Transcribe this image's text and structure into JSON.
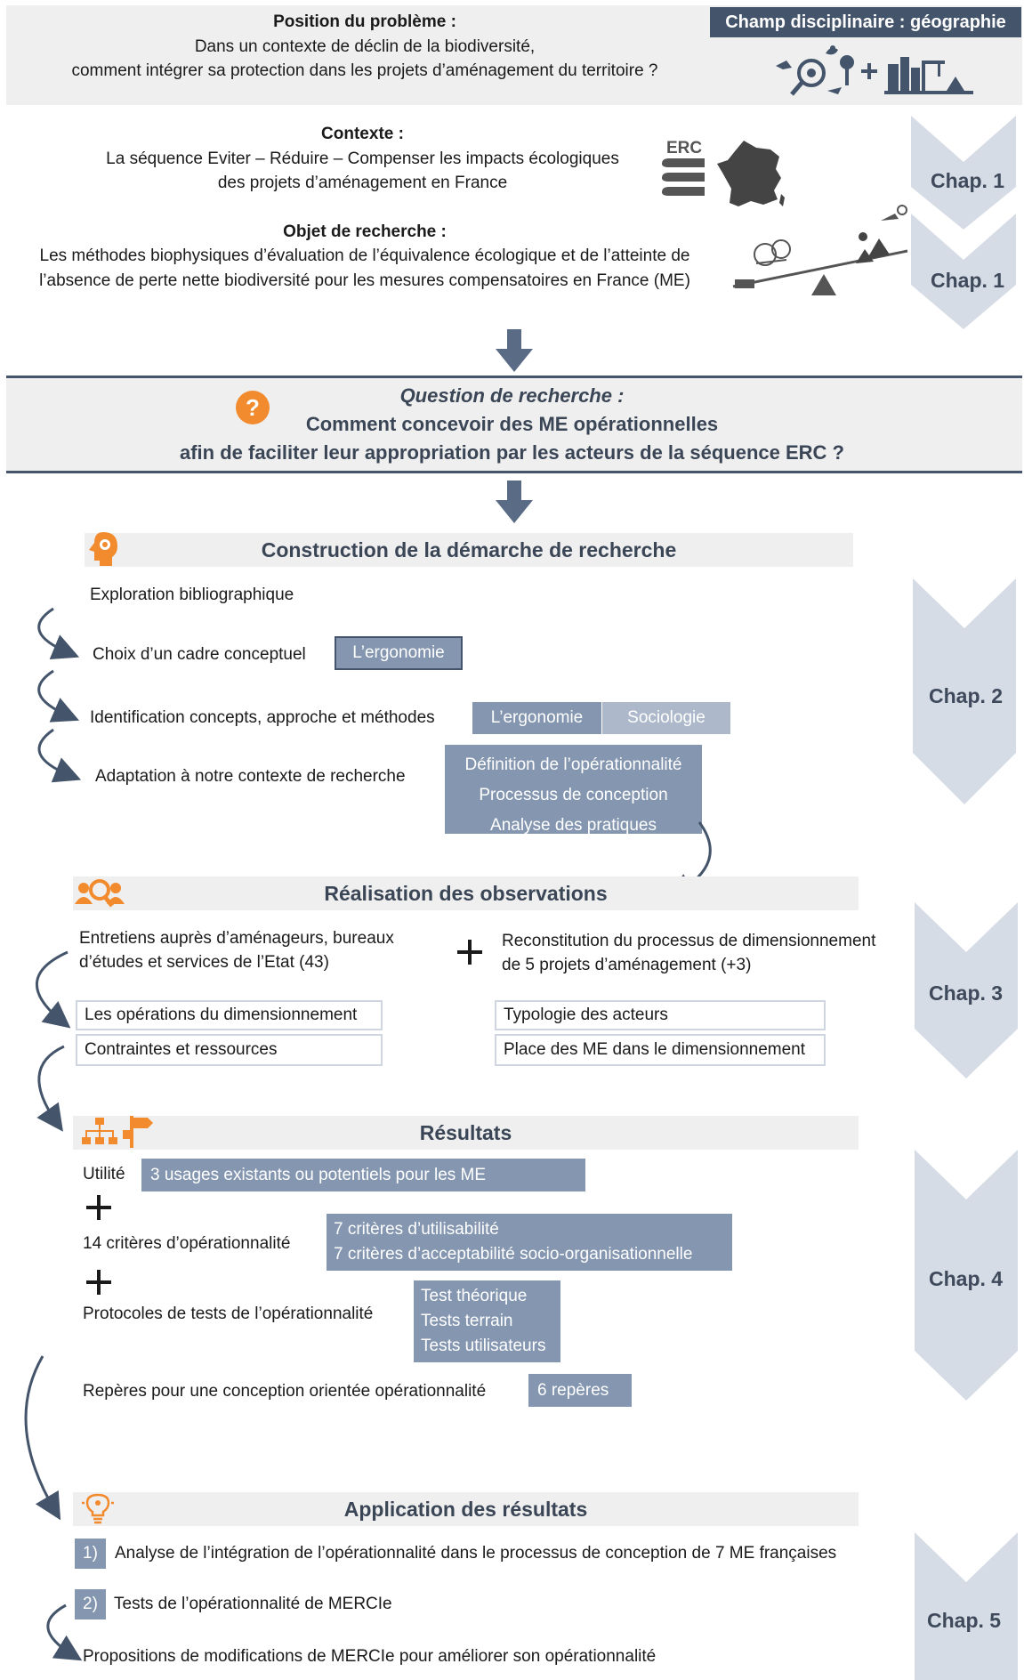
{
  "header": {
    "problem_title": "Position du problème :",
    "problem_line1": "Dans un contexte de déclin de la biodiversité,",
    "problem_line2": "comment intégrer sa protection dans les projets d’aménagement du territoire ?",
    "discipline": "Champ disciplinaire : géographie"
  },
  "context": {
    "title": "Contexte :",
    "line1": "La séquence Eviter – Réduire – Compenser les impacts écologiques",
    "line2": "des projets d’aménagement en France",
    "erc_label": "ERC",
    "chap": "Chap. 1"
  },
  "object": {
    "title": "Objet de recherche :",
    "line1": "Les méthodes biophysiques d’évaluation de l’équivalence écologique et de l’atteinte de",
    "line2": "l’absence de perte nette biodiversité pour les mesures compensatoires en France (ME)",
    "chap": "Chap. 1"
  },
  "question": {
    "title": "Question de recherche :",
    "line1": "Comment concevoir des ME opérationnelles",
    "line2": "afin de faciliter leur appropriation par les acteurs de la séquence ERC ?",
    "icon_glyph": "?"
  },
  "construction": {
    "title": "Construction de la démarche de recherche",
    "step1": "Exploration bibliographique",
    "step2": "Choix d’un cadre conceptuel",
    "step2_box": "L’ergonomie",
    "step3": "Identification concepts, approche et méthodes",
    "step3_box1": "L’ergonomie",
    "step3_box2": "Sociologie",
    "step4": "Adaptation à notre contexte de recherche",
    "step4_box": [
      "Définition de l’opérationnalité",
      "Processus de conception",
      "Analyse des pratiques"
    ],
    "chap": "Chap. 2"
  },
  "observations": {
    "title": "Réalisation des observations",
    "left_line1": "Entretiens auprès d’aménageurs, bureaux",
    "left_line2": "d’études et services de l’Etat (43)",
    "right_line1": "Reconstitution du processus de dimensionnement",
    "right_line2": "de 5 projets d’aménagement (+3)",
    "left_box1": "Les opérations du dimensionnement",
    "left_box2": "Contraintes et ressources",
    "right_box1": "Typologie des acteurs",
    "right_box2": "Place des ME dans le dimensionnement",
    "chap": "Chap. 3"
  },
  "results": {
    "title": "Résultats",
    "utilite": "Utilité",
    "utilite_box": "3 usages existants ou potentiels pour les ME",
    "criteres": "14 critères d’opérationnalité",
    "criteres_box": [
      "7 critères d’utilisabilité",
      "7 critères d’acceptabilité socio-organisationnelle"
    ],
    "protocoles": "Protocoles de tests de l’opérationnalité",
    "protocoles_box": [
      "Test théorique",
      "Tests terrain",
      "Tests utilisateurs"
    ],
    "reperes": "Repères pour une conception orientée opérationnalité",
    "reperes_box": "6 repères",
    "chap": "Chap. 4"
  },
  "application": {
    "title": "Application des résultats",
    "item1_num": "1)",
    "item1": "Analyse de l’intégration de l’opérationnalité dans le processus de conception de 7 ME françaises",
    "item2_num": "2)",
    "item2": "Tests de l’opérationnalité de MERCIe",
    "item3": "Propositions de modifications de MERCIe pour améliorer son opérationnalité",
    "chap": "Chap. 5"
  },
  "colors": {
    "accent_orange": "#f28a2e",
    "box_dark": "#8496b0",
    "box_light": "#adb9ca",
    "chevron": "#d6dce5",
    "header_dark": "#44546a",
    "arrow": "#44546a"
  }
}
